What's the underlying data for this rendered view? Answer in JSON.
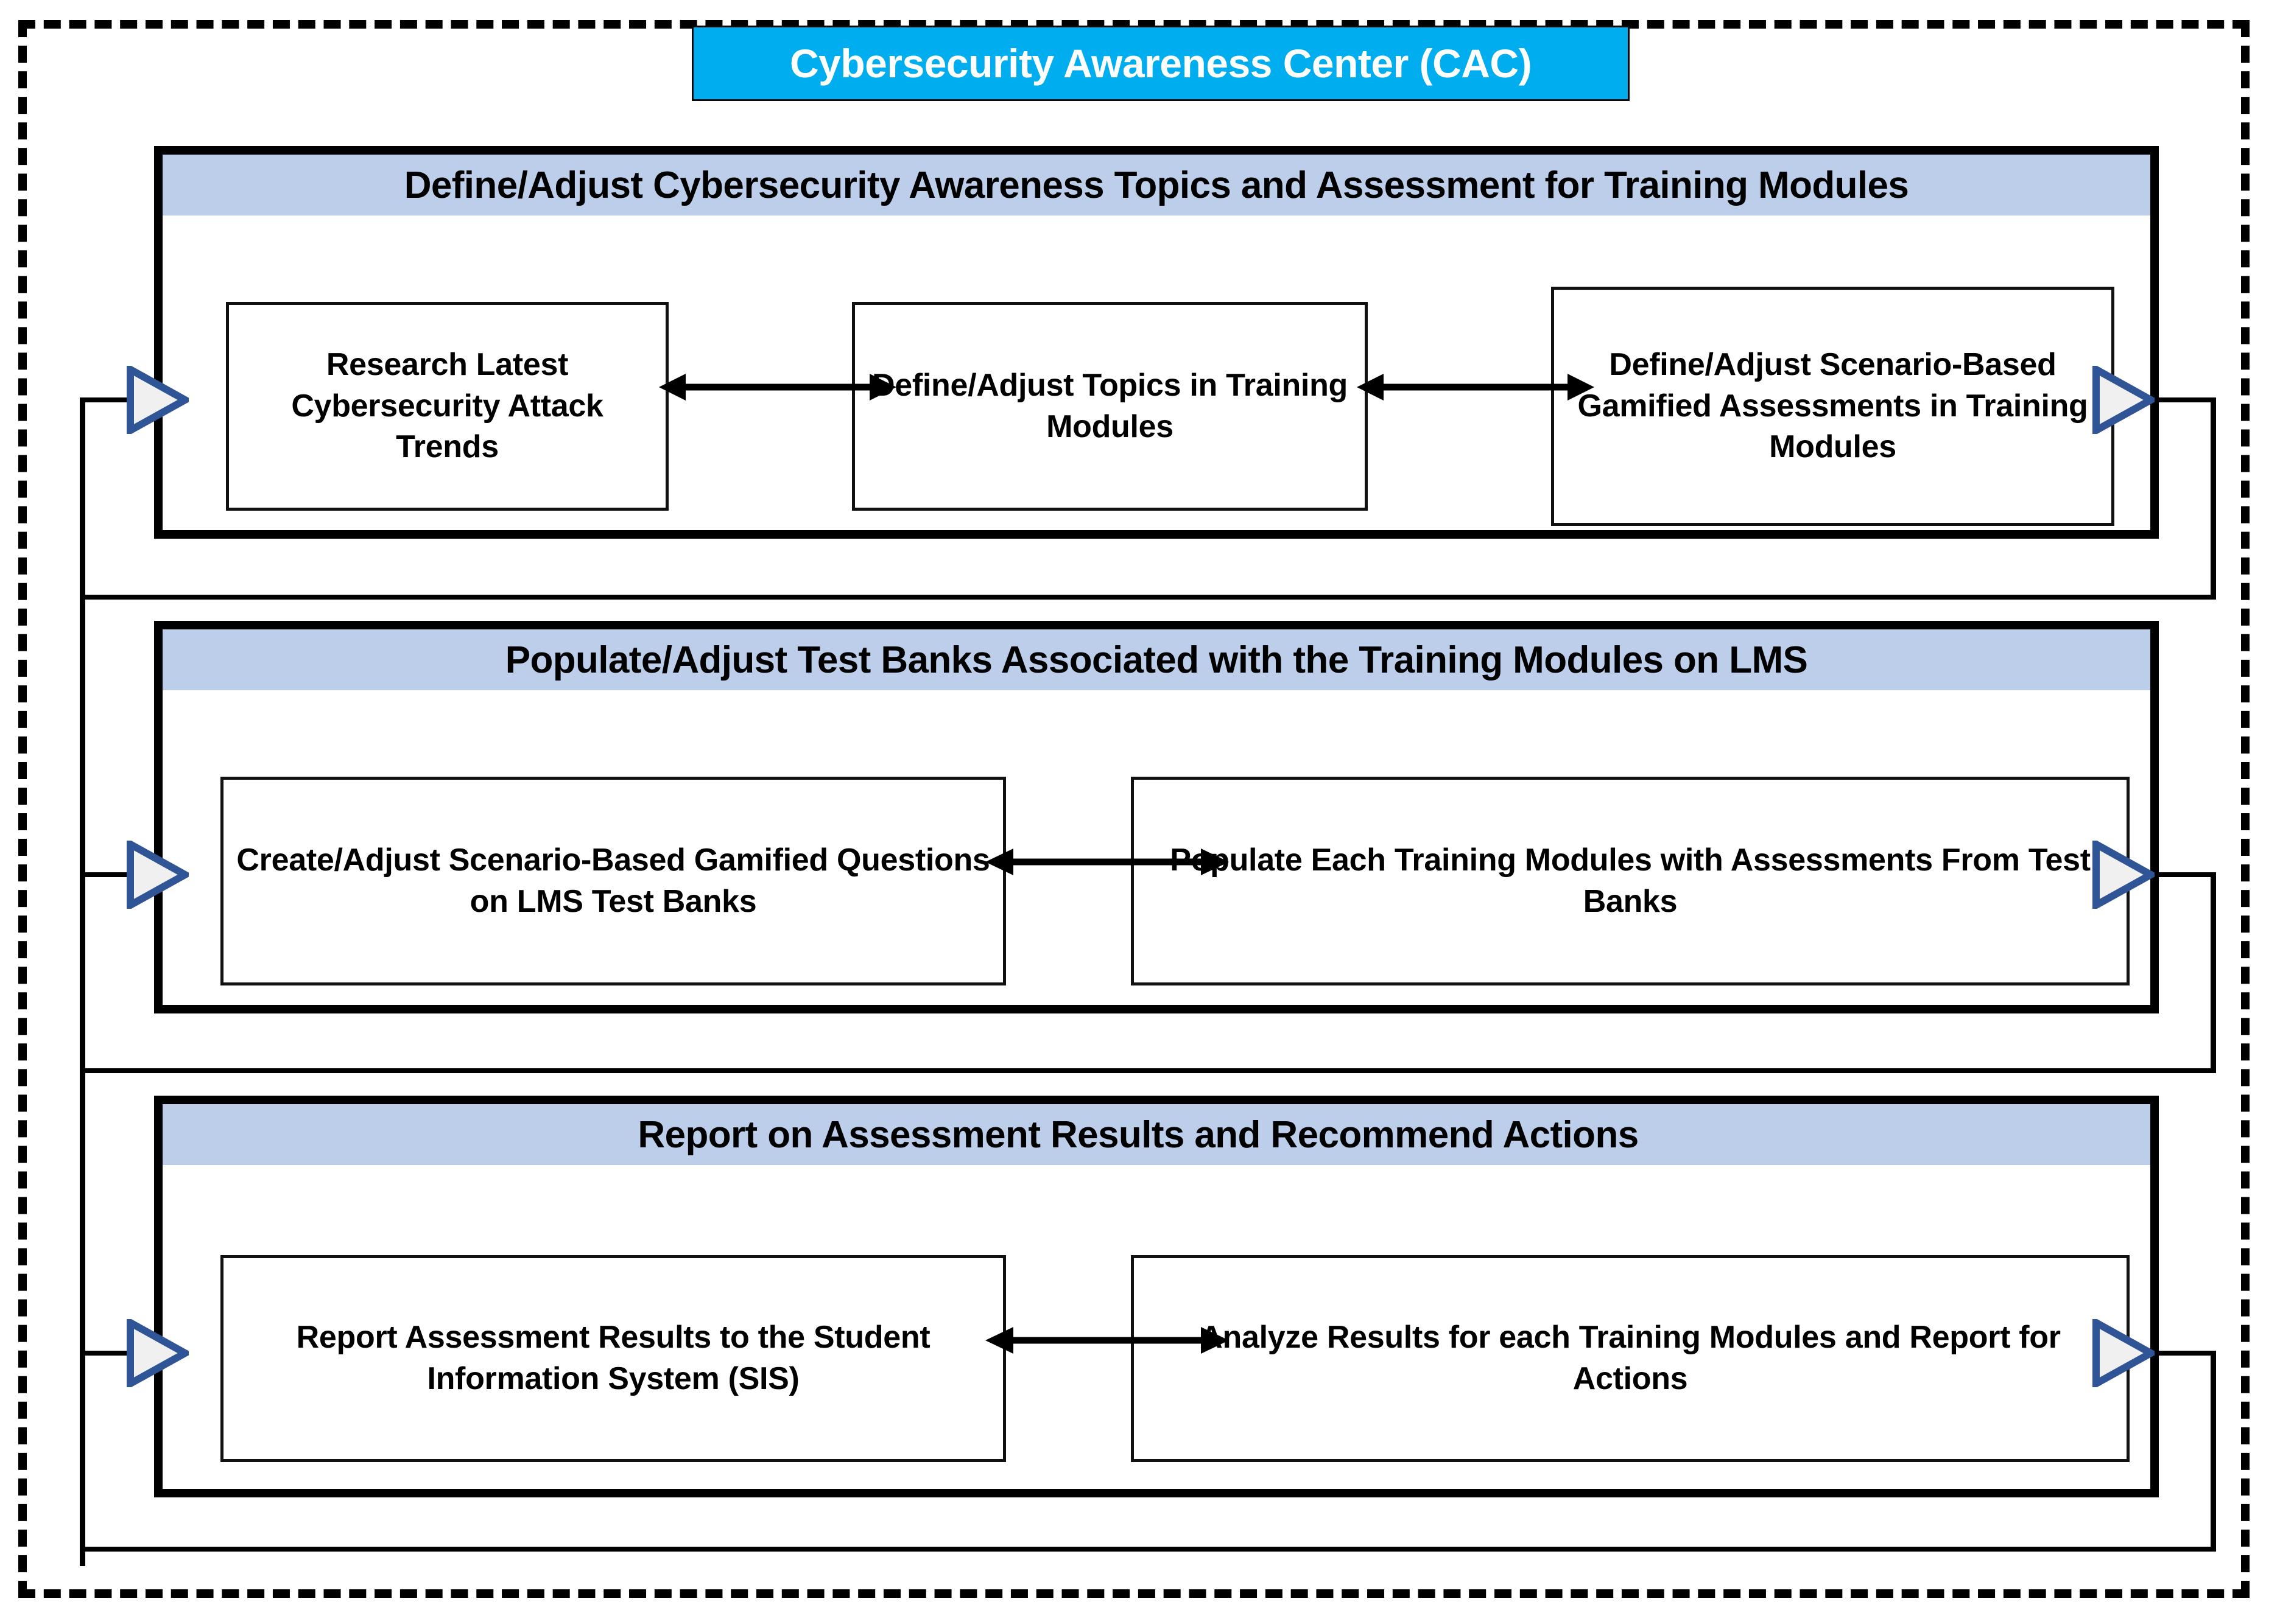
{
  "diagram": {
    "title": "Cybersecurity Awareness Center (CAC)",
    "colors": {
      "title_banner_fill": "#00ADEF",
      "title_banner_text": "#FFFFFF",
      "group_header_fill": "#BDCEEA",
      "group_header_text": "#000000",
      "group_border": "#000000",
      "box_fill": "#FFFFFF",
      "box_border": "#111111",
      "connector_triangle_outline": "#2F5597",
      "connector_triangle_fill": "#F0F0F0",
      "connector_line": "#000000",
      "outer_border": "#000000"
    },
    "groups": [
      {
        "header": "Define/Adjust Cybersecurity Awareness Topics and Assessment for Training Modules",
        "boxes": [
          "Research Latest Cybersecurity Attack Trends",
          "Define/Adjust Topics in Training Modules",
          "Define/Adjust Scenario-Based Gamified Assessments in Training Modules"
        ]
      },
      {
        "header": "Populate/Adjust Test Banks Associated with the Training Modules on LMS",
        "boxes": [
          "Create/Adjust Scenario-Based Gamified Questions on LMS Test Banks",
          "Populate Each Training Modules with Assessments From Test Banks"
        ]
      },
      {
        "header": "Report on Assessment Results and Recommend Actions",
        "boxes": [
          "Report Assessment Results to the Student Information System (SIS)",
          "Analyze Results for each Training Modules and Report for Actions"
        ]
      }
    ]
  }
}
